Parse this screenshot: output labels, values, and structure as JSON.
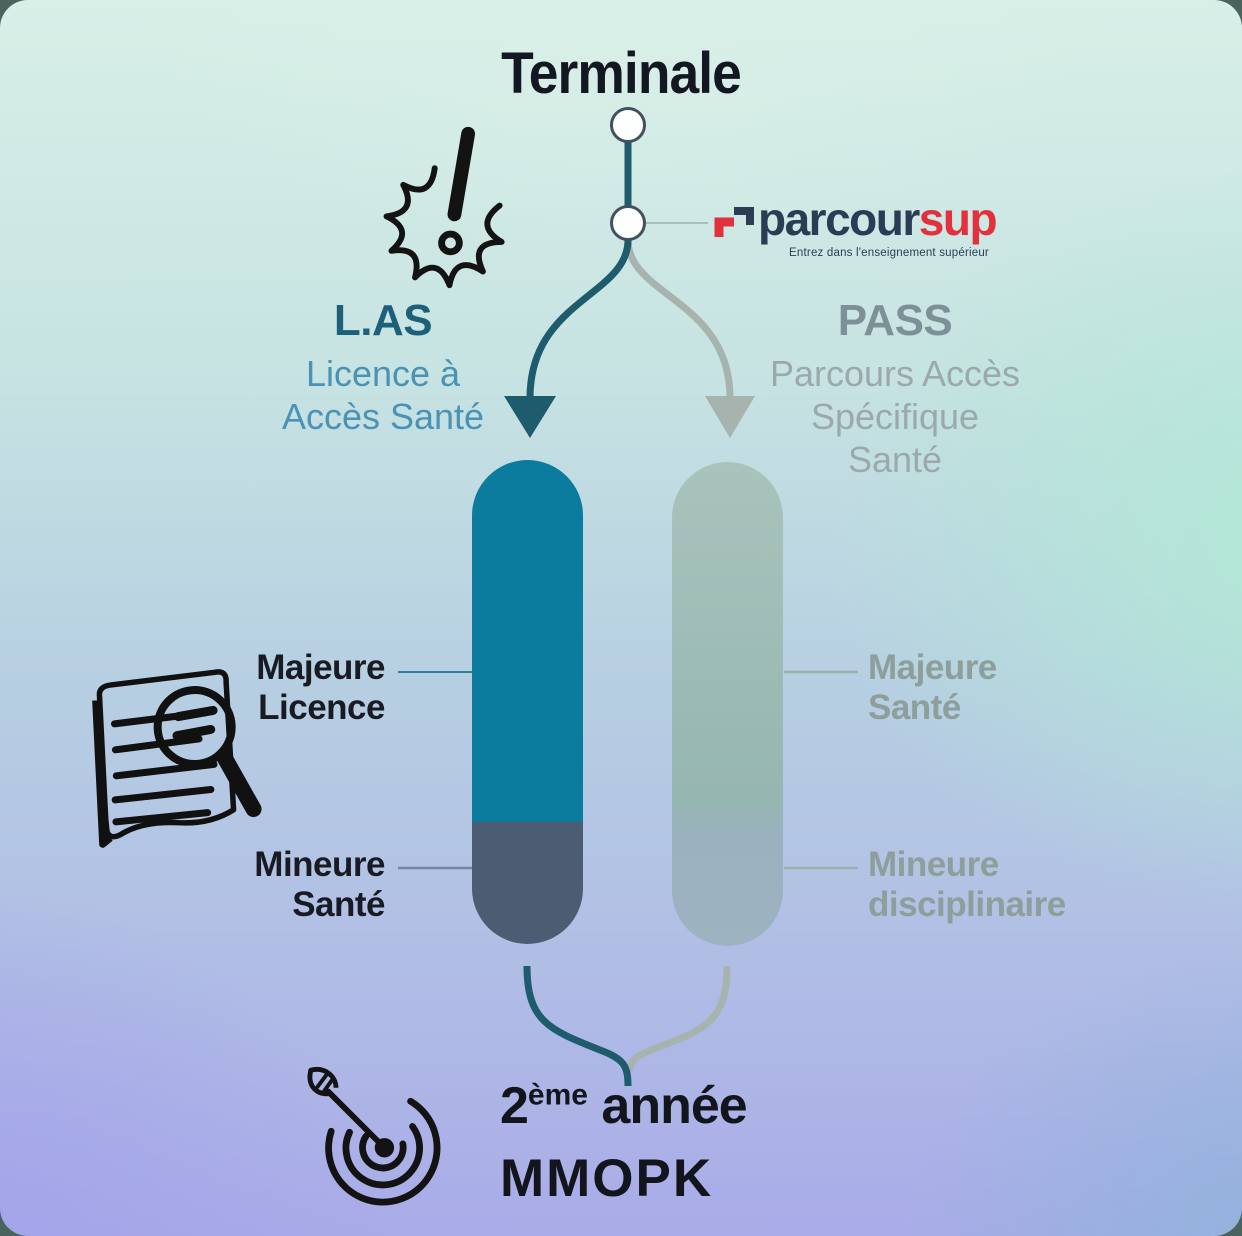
{
  "header": {
    "title": "Terminale"
  },
  "parcoursup": {
    "name_primary": "parcour",
    "name_accent": "sup",
    "tagline": "Entrez dans l'enseignement supérieur"
  },
  "branches": {
    "las": {
      "abbr": "L.AS",
      "full_line1": "Licence à",
      "full_line2": "Accès Santé"
    },
    "pass": {
      "abbr": "PASS",
      "full_line1": "Parcours Accès",
      "full_line2": "Spécifique Santé"
    }
  },
  "capsule_labels": {
    "left_top": [
      "Majeure",
      "Licence"
    ],
    "left_bottom": [
      "Mineure",
      "Santé"
    ],
    "right_top": [
      "Majeure",
      "Santé"
    ],
    "right_bottom": [
      "Mineure",
      "disciplinaire"
    ]
  },
  "outcome": {
    "year_number": "2",
    "year_suffix": "ème",
    "year_word": " année",
    "acronym": "MMOPK"
  },
  "icons": {
    "alert": "exclamation-burst-icon",
    "review": "document-magnifier-icon",
    "goal": "target-arrow-icon"
  },
  "palette": {
    "ink": "#131722",
    "teal_flow": "#1e5b6d",
    "gray_flow": "#a6b3af",
    "capsule_teal": "#0b7c9e",
    "capsule_slate": "#4b5c73",
    "capsule_gray": "#9bb5b6",
    "las_heading": "#1c6079",
    "las_subtitle": "#4a93b4",
    "pass_heading": "#7e9097",
    "pass_subtitle": "#9ba9ad",
    "parcoursup_navy": "#2b3c55",
    "parcoursup_red": "#e3303d",
    "bg_mint": "#d7efe7",
    "bg_green": "#b2e8d6",
    "bg_purple": "#a3a3ea",
    "bg_blue": "#8fb4da"
  }
}
